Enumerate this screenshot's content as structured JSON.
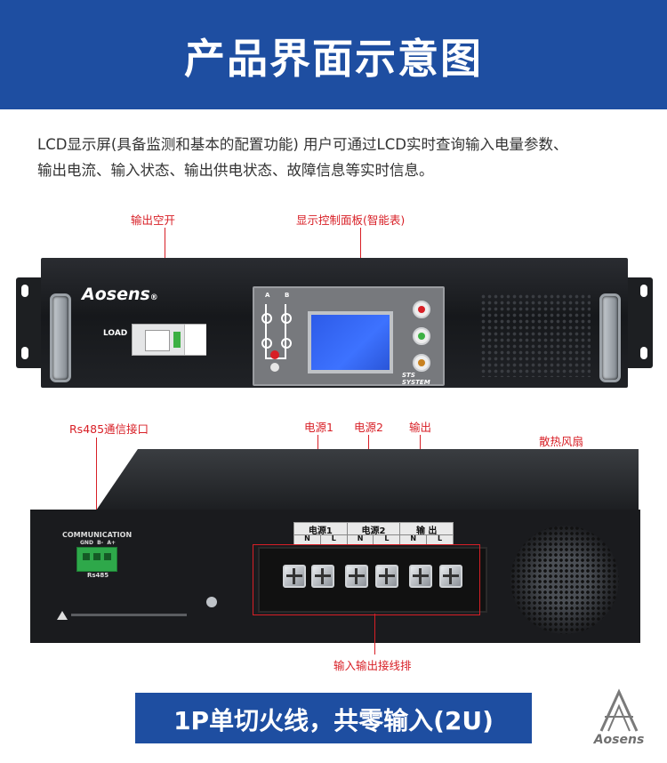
{
  "header": {
    "title": "产品界面示意图"
  },
  "description": {
    "line1": "LCD显示屏(具备监测和基本的配置功能) 用户可通过LCD实时查询输入电量参数、",
    "line2": "输出电流、输入状态、输出供电状态、故障信息等实时信息。"
  },
  "front": {
    "callouts": {
      "breaker": "输出空开",
      "display_panel": "显示控制面板(智能表)"
    },
    "brand": "Aosens",
    "brand_mark": "®",
    "load_label": "LOAD",
    "system_label": "STS SYSTEM",
    "source_a": "A",
    "source_b": "B"
  },
  "rear": {
    "callouts": {
      "rs485": "Rs485通信接口",
      "source1": "电源1",
      "source2": "电源2",
      "output": "输出",
      "fan": "散热风扇",
      "terminal": "输入输出接线排"
    },
    "communication_label": "COMMUNICATION",
    "comm_pins": "GND  B-  A+",
    "rs485_label": "Rs485",
    "strip_headers": [
      "电源1",
      "电源2",
      "输 出"
    ],
    "strip_pins": [
      "N",
      "L",
      "N",
      "L",
      "N",
      "L"
    ]
  },
  "footer": {
    "label": "1P单切火线，共零输入(2U)"
  },
  "logo": {
    "text": "Aosens"
  },
  "colors": {
    "accent": "#1e4ea1",
    "callout": "#d81f26",
    "lcd": "#3d72ff"
  }
}
